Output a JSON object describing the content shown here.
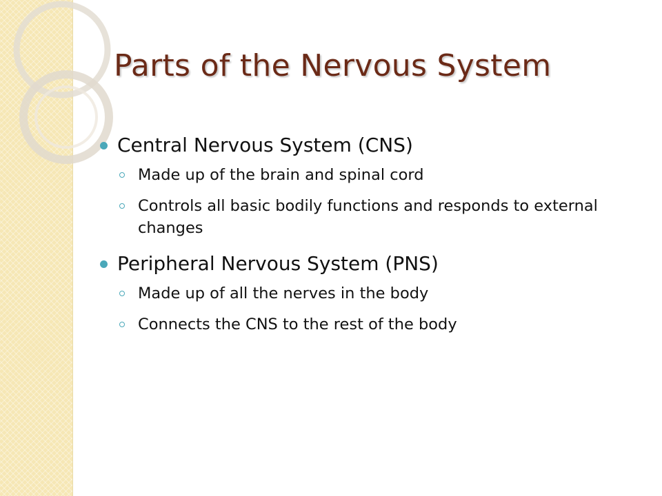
{
  "slide": {
    "title": "Parts of the Nervous System",
    "sections": [
      {
        "label": "Central Nervous System (CNS)",
        "items": [
          "Made up of the brain and spinal cord",
          "Controls all basic bodily functions and responds to external changes"
        ]
      },
      {
        "label": "Peripheral Nervous System (PNS)",
        "items": [
          "Made up of all the nerves in the body",
          "Connects the CNS to the rest of the body"
        ]
      }
    ]
  },
  "theme": {
    "title_color": "#6b2a17",
    "bullet_color": "#4aa8b9",
    "band_color": "#f6e7b5",
    "text_color": "#111111"
  }
}
